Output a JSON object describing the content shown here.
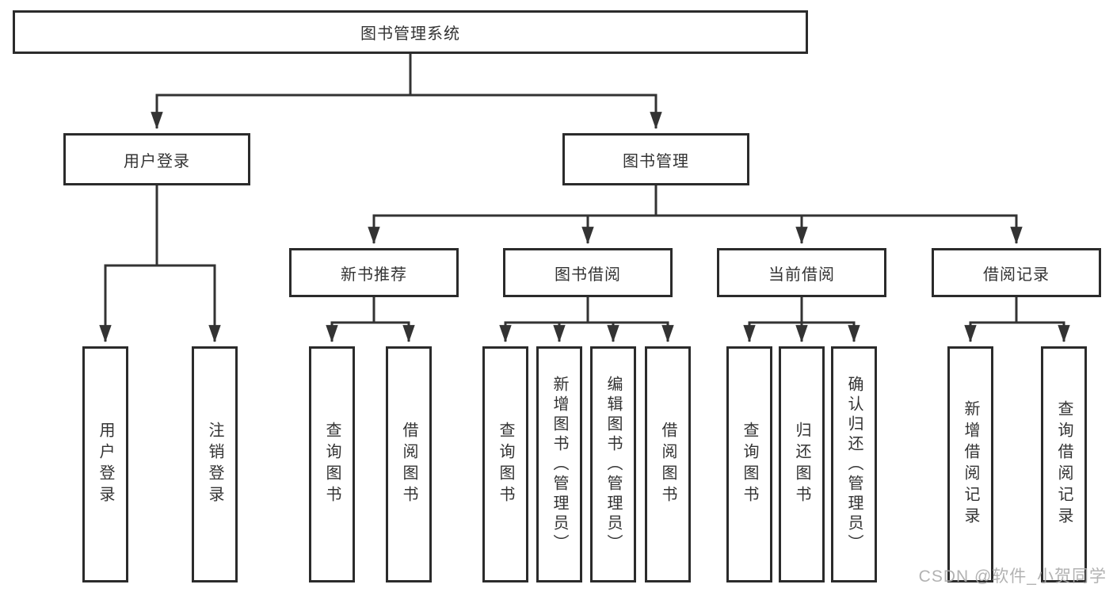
{
  "diagram": {
    "root": "图书管理系统",
    "level2": [
      "用户登录",
      "图书管理"
    ],
    "level3": [
      "新书推荐",
      "图书借阅",
      "当前借阅",
      "借阅记录"
    ],
    "leaves": {
      "user_login": [
        "用户登录",
        "注销登录"
      ],
      "new_book": [
        "查询图书",
        "借阅图书"
      ],
      "book_borrow": [
        "查询图书",
        "新增图书（管理员）",
        "编辑图书（管理员）",
        "借阅图书"
      ],
      "current_borrow": [
        "查询图书",
        "归还图书",
        "确认归还（管理员）"
      ],
      "borrow_records": [
        "新增借阅记录",
        "查询借阅记录"
      ]
    }
  },
  "watermark": "CSDN @软件_小贺同学",
  "colors": {
    "line": "#333333",
    "border": "#2b2b2b",
    "text": "#333333",
    "background": "#ffffff",
    "watermark": "#ababab"
  }
}
